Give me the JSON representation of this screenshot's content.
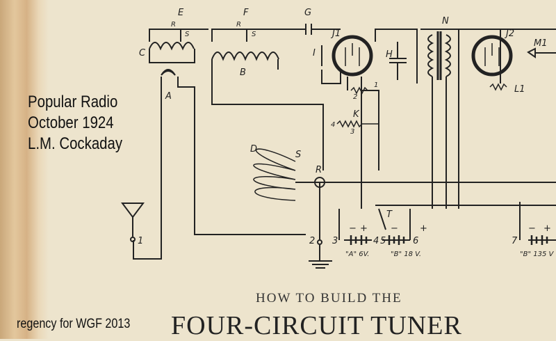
{
  "caption": {
    "line1": "Popular Radio",
    "line2": "October 1924",
    "line3": "L.M. Cockaday"
  },
  "credit": "regency for WGF 2013",
  "heading": {
    "line1": "HOW TO BUILD THE",
    "line2": "FOUR-CIRCUIT TUNER"
  },
  "schematic": {
    "labels": {
      "E": "E",
      "F": "F",
      "G": "G",
      "R1": "R",
      "S1": "S",
      "R2": "R",
      "S2": "S",
      "C": "C",
      "B": "B",
      "A": "A",
      "I": "I",
      "J1": "J1",
      "H": "H",
      "N": "N",
      "J2": "J2",
      "M1": "M1",
      "L1": "L1",
      "K": "K",
      "n1": "1",
      "n2": "2",
      "n3": "3",
      "n4": "4",
      "D": "D",
      "S3": "S",
      "R3": "R",
      "T": "T"
    },
    "terminals": [
      "1",
      "2",
      "3",
      "4",
      "5",
      "6",
      "7"
    ],
    "batteries": {
      "a": "\"A\" 6V.",
      "b18": "\"B\" 18 V.",
      "b135": "\"B\" 135 V"
    },
    "polarity": {
      "minus": "−",
      "plus": "+"
    }
  },
  "colors": {
    "paper": "#ede4cd",
    "ink": "#222222"
  }
}
